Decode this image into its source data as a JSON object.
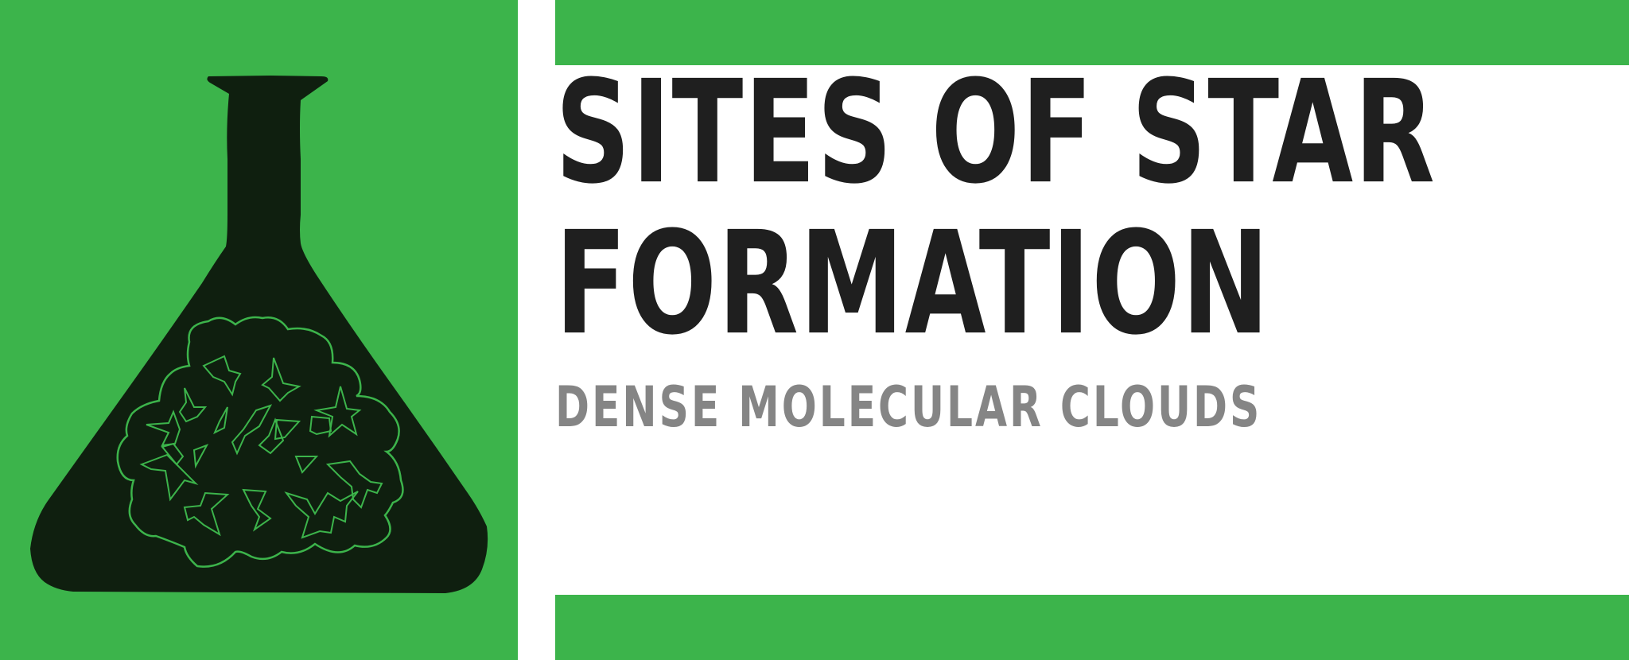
{
  "title": {
    "line1": "SITES OF STAR",
    "line2": "FORMATION"
  },
  "subtitle": "DENSE MOLECULAR CLOUDS",
  "icon": {
    "name": "erlenmeyer-flask-icon",
    "contents": "star-cloud"
  },
  "colors": {
    "accent": "#3cb44b",
    "flask": "#0f1f0f",
    "flask_outline": "#3cb44b",
    "title_text": "#1f1f1f",
    "subtitle_text": "#858585",
    "background": "#ffffff"
  }
}
